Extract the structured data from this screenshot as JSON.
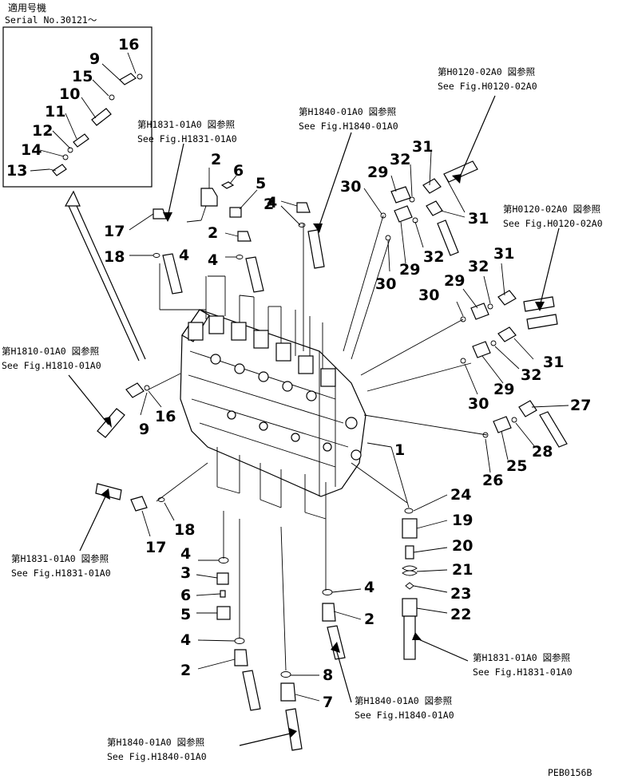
{
  "inset": {
    "title": "適用号機",
    "serial": "Serial No.30121〜"
  },
  "refs": {
    "h0120_jp": "第H0120-02A0 図参照",
    "h0120_en": "See Fig.H0120-02A0",
    "h1840_jp": "第H1840-01A0 図参照",
    "h1840_en": "See Fig.H1840-01A0",
    "h1831_jp": "第H1831-01A0 図参照",
    "h1831_en": "See Fig.H1831-01A0",
    "h1810_jp": "第H1810-01A0 図参照",
    "h1810_en": "See Fig.H1810-01A0"
  },
  "drawing_code": "PEB0156B",
  "callouts": {
    "c1": "1",
    "c2": "2",
    "c3": "3",
    "c4": "4",
    "c5": "5",
    "c6": "6",
    "c7": "7",
    "c8": "8",
    "c9": "9",
    "c10": "10",
    "c11": "11",
    "c12": "12",
    "c13": "13",
    "c14": "14",
    "c15": "15",
    "c16": "16",
    "c17": "17",
    "c18": "18",
    "c19": "19",
    "c20": "20",
    "c21": "21",
    "c22": "22",
    "c23": "23",
    "c24": "24",
    "c25": "25",
    "c26": "26",
    "c27": "27",
    "c28": "28",
    "c29": "29",
    "c30": "30",
    "c31": "31",
    "c32": "32"
  }
}
